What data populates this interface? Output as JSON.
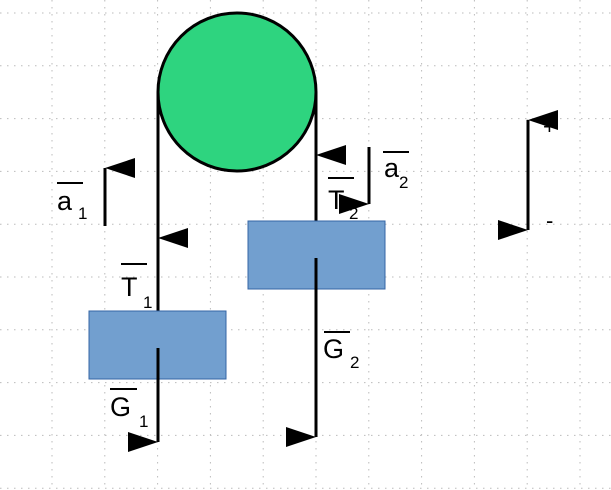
{
  "colors": {
    "pulley": "#2ed47f",
    "block": "#729fcf",
    "block_border": "#3465a4",
    "grid": "#bbbbbb",
    "ink": "#000000"
  },
  "labels": {
    "a1": {
      "main": "a",
      "sub": "1"
    },
    "a2": {
      "main": "a",
      "sub": "2"
    },
    "T1": {
      "main": "T",
      "sub": "1"
    },
    "T2": {
      "main": "T",
      "sub": "2"
    },
    "G1": {
      "main": "G",
      "sub": "1"
    },
    "G2": {
      "main": "G",
      "sub": "2"
    }
  },
  "sign_convention": {
    "plus": "+",
    "minus": "-"
  }
}
